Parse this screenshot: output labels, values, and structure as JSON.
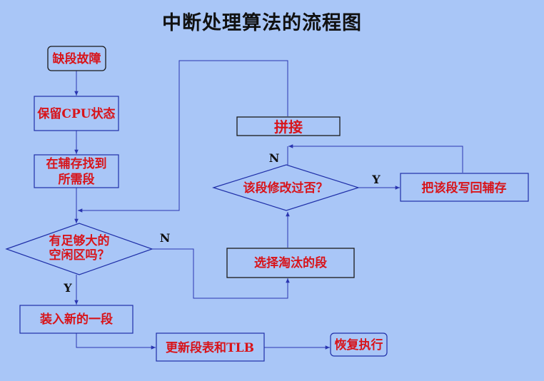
{
  "title": "中断处理算法的流程图",
  "nodes": {
    "missing_segment": "缺段故障",
    "save_cpu": "保留CPU状态",
    "find_line1": "在辅存找到",
    "find_line2": "所需段",
    "enough_line1": "有足够大的",
    "enough_line2": "空闲区吗？",
    "load_new": "装入新的一段",
    "update_table": "更新段表和TLB",
    "resume": "恢复执行",
    "choose_evict": "选择淘汰的段",
    "modified": "该段修改过否？",
    "write_back": "把该段写回辅存",
    "merge": "拼接"
  },
  "labels": {
    "n_enough": "N",
    "y_enough": "Y",
    "n_modified": "N",
    "y_modified": "Y"
  }
}
